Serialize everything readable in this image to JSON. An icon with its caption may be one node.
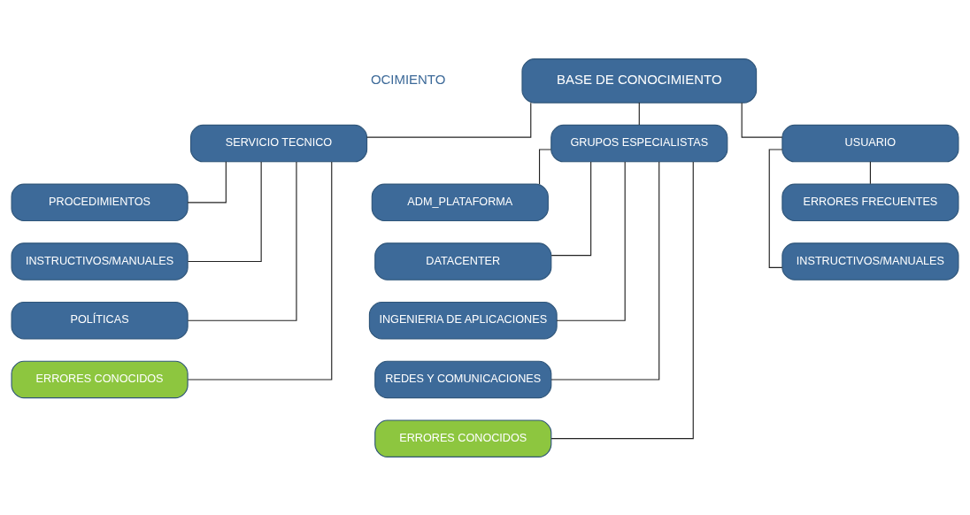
{
  "diagram": {
    "nodes": [
      {
        "text": [
          "BASE DE CONOCIMIENTO"
        ]
      },
      {
        "text": [
          "SERVICIO TECNICO"
        ]
      },
      {
        "text": [
          "PROCEDIMIENTOS"
        ]
      },
      {
        "text": [
          "INSTRUCTIVOS/MANUALES"
        ]
      },
      {
        "text": [
          "POLÍTICAS"
        ]
      },
      {
        "text": [
          "ERRORES CONOCIDOS"
        ]
      },
      {
        "text": [
          "GRUPOS ESPECIALISTAS"
        ]
      },
      {
        "text": [
          "ADM_PLATAFORMA"
        ]
      },
      {
        "text": [
          "DATACENTER"
        ]
      },
      {
        "text": [
          "INGENIERIA DE APLICACIONES"
        ]
      },
      {
        "text": [
          "REDES Y COMUNICACIONES"
        ]
      },
      {
        "text": [
          "ERRORES CONOCIDOS"
        ]
      },
      {
        "text": [
          "USUARIO"
        ]
      },
      {
        "text": [
          "ERRORES FRECUENTES"
        ]
      },
      {
        "text": [
          "INSTRUCTIVOS/MANUALES"
        ]
      }
    ],
    "edges": [
      {
        "from": 0,
        "to": 1,
        "arrow": "none"
      },
      {
        "from": 0,
        "to": 6,
        "arrow": "none"
      },
      {
        "from": 0,
        "to": 12,
        "arrow": "none"
      },
      {
        "from": 1,
        "to": 2,
        "arrow": "none"
      },
      {
        "from": 1,
        "to": 3,
        "arrow": "none"
      },
      {
        "from": 1,
        "to": 4,
        "arrow": "none"
      },
      {
        "from": 1,
        "to": 5,
        "arrow": "none"
      },
      {
        "from": 6,
        "to": 7,
        "arrow": "none"
      },
      {
        "from": 6,
        "to": 8,
        "arrow": "none"
      },
      {
        "from": 6,
        "to": 9,
        "arrow": "none"
      },
      {
        "from": 6,
        "to": 10,
        "arrow": "none"
      },
      {
        "from": 6,
        "to": 11,
        "arrow": "none"
      },
      {
        "from": 12,
        "to": 13,
        "arrow": "none"
      },
      {
        "from": 12,
        "to": 14,
        "arrow": "none"
      }
    ],
    "labels": [
      "OCIMIENTO"
    ]
  }
}
